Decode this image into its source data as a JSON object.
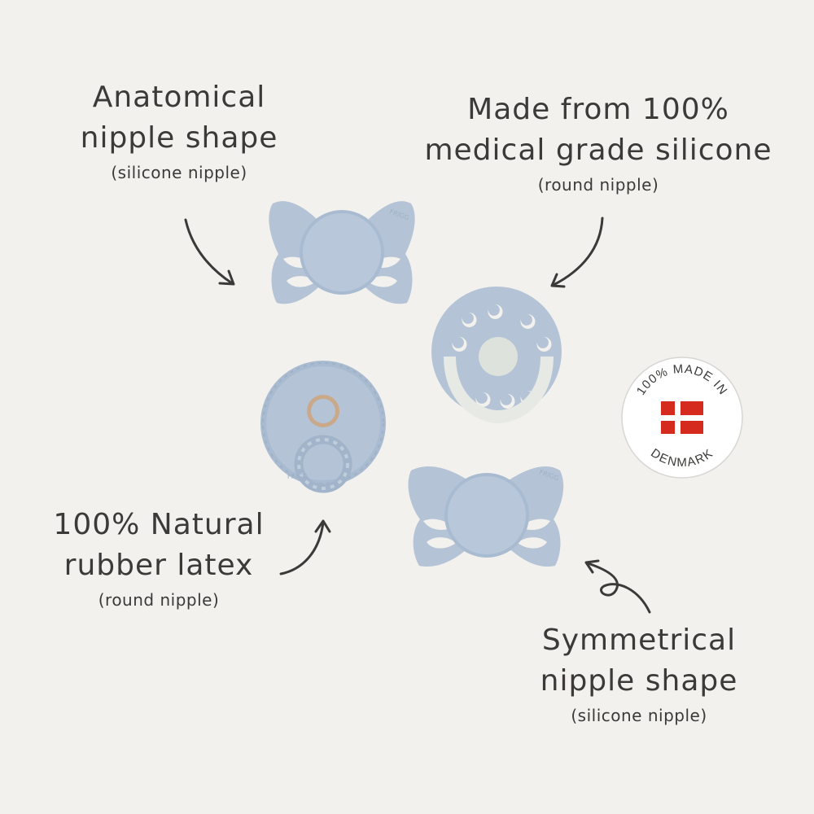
{
  "annotations": {
    "anatomical": {
      "line1": "Anatomical",
      "line2": "nipple shape",
      "note": "(silicone nipple)"
    },
    "medical": {
      "line1": "Made from 100%",
      "line2": "medical grade silicone",
      "note": "(round nipple)"
    },
    "latex": {
      "line1": "100% Natural",
      "line2": "rubber latex",
      "note": "(round nipple)"
    },
    "symmetrical": {
      "line1": "Symmetrical",
      "line2": "nipple shape",
      "note": "(silicone nipple)"
    }
  },
  "badge": {
    "top_text": "100% MADE IN",
    "bottom_text": "DENMARK",
    "flag": "denmark-flag"
  },
  "brand_mark": "FRIGG",
  "colors": {
    "background": "#f3f1ed",
    "pacifier_blue": "#b4c4d6",
    "pacifier_shadow": "#9fb1c6",
    "glow_ring": "#e6e9e4",
    "flag_red": "#d52b1e",
    "text": "#3b3a38"
  }
}
